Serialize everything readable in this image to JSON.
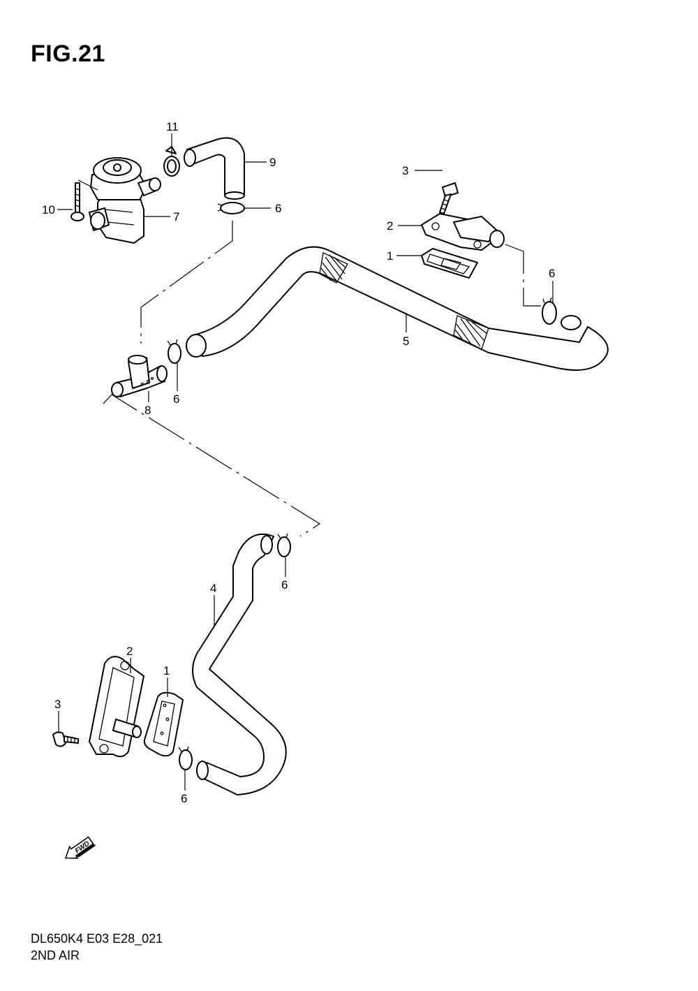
{
  "figure": {
    "title": "FIG.21"
  },
  "footer": {
    "code": "DL650K4 E03 E28_021",
    "name": "2ND AIR"
  },
  "callouts": {
    "c11": "11",
    "c9": "9",
    "c10": "10",
    "c7": "7",
    "c6a": "6",
    "c3a": "3",
    "c2a": "2",
    "c1a": "1",
    "c6b": "6",
    "c5": "5",
    "c8": "8",
    "c6c": "6",
    "c6d": "6",
    "c4": "4",
    "c2b": "2",
    "c1b": "1",
    "c3b": "3",
    "c6e": "6"
  },
  "fwd_arrow": {
    "label": "FWD",
    "icon": "fwd-arrow-icon"
  }
}
